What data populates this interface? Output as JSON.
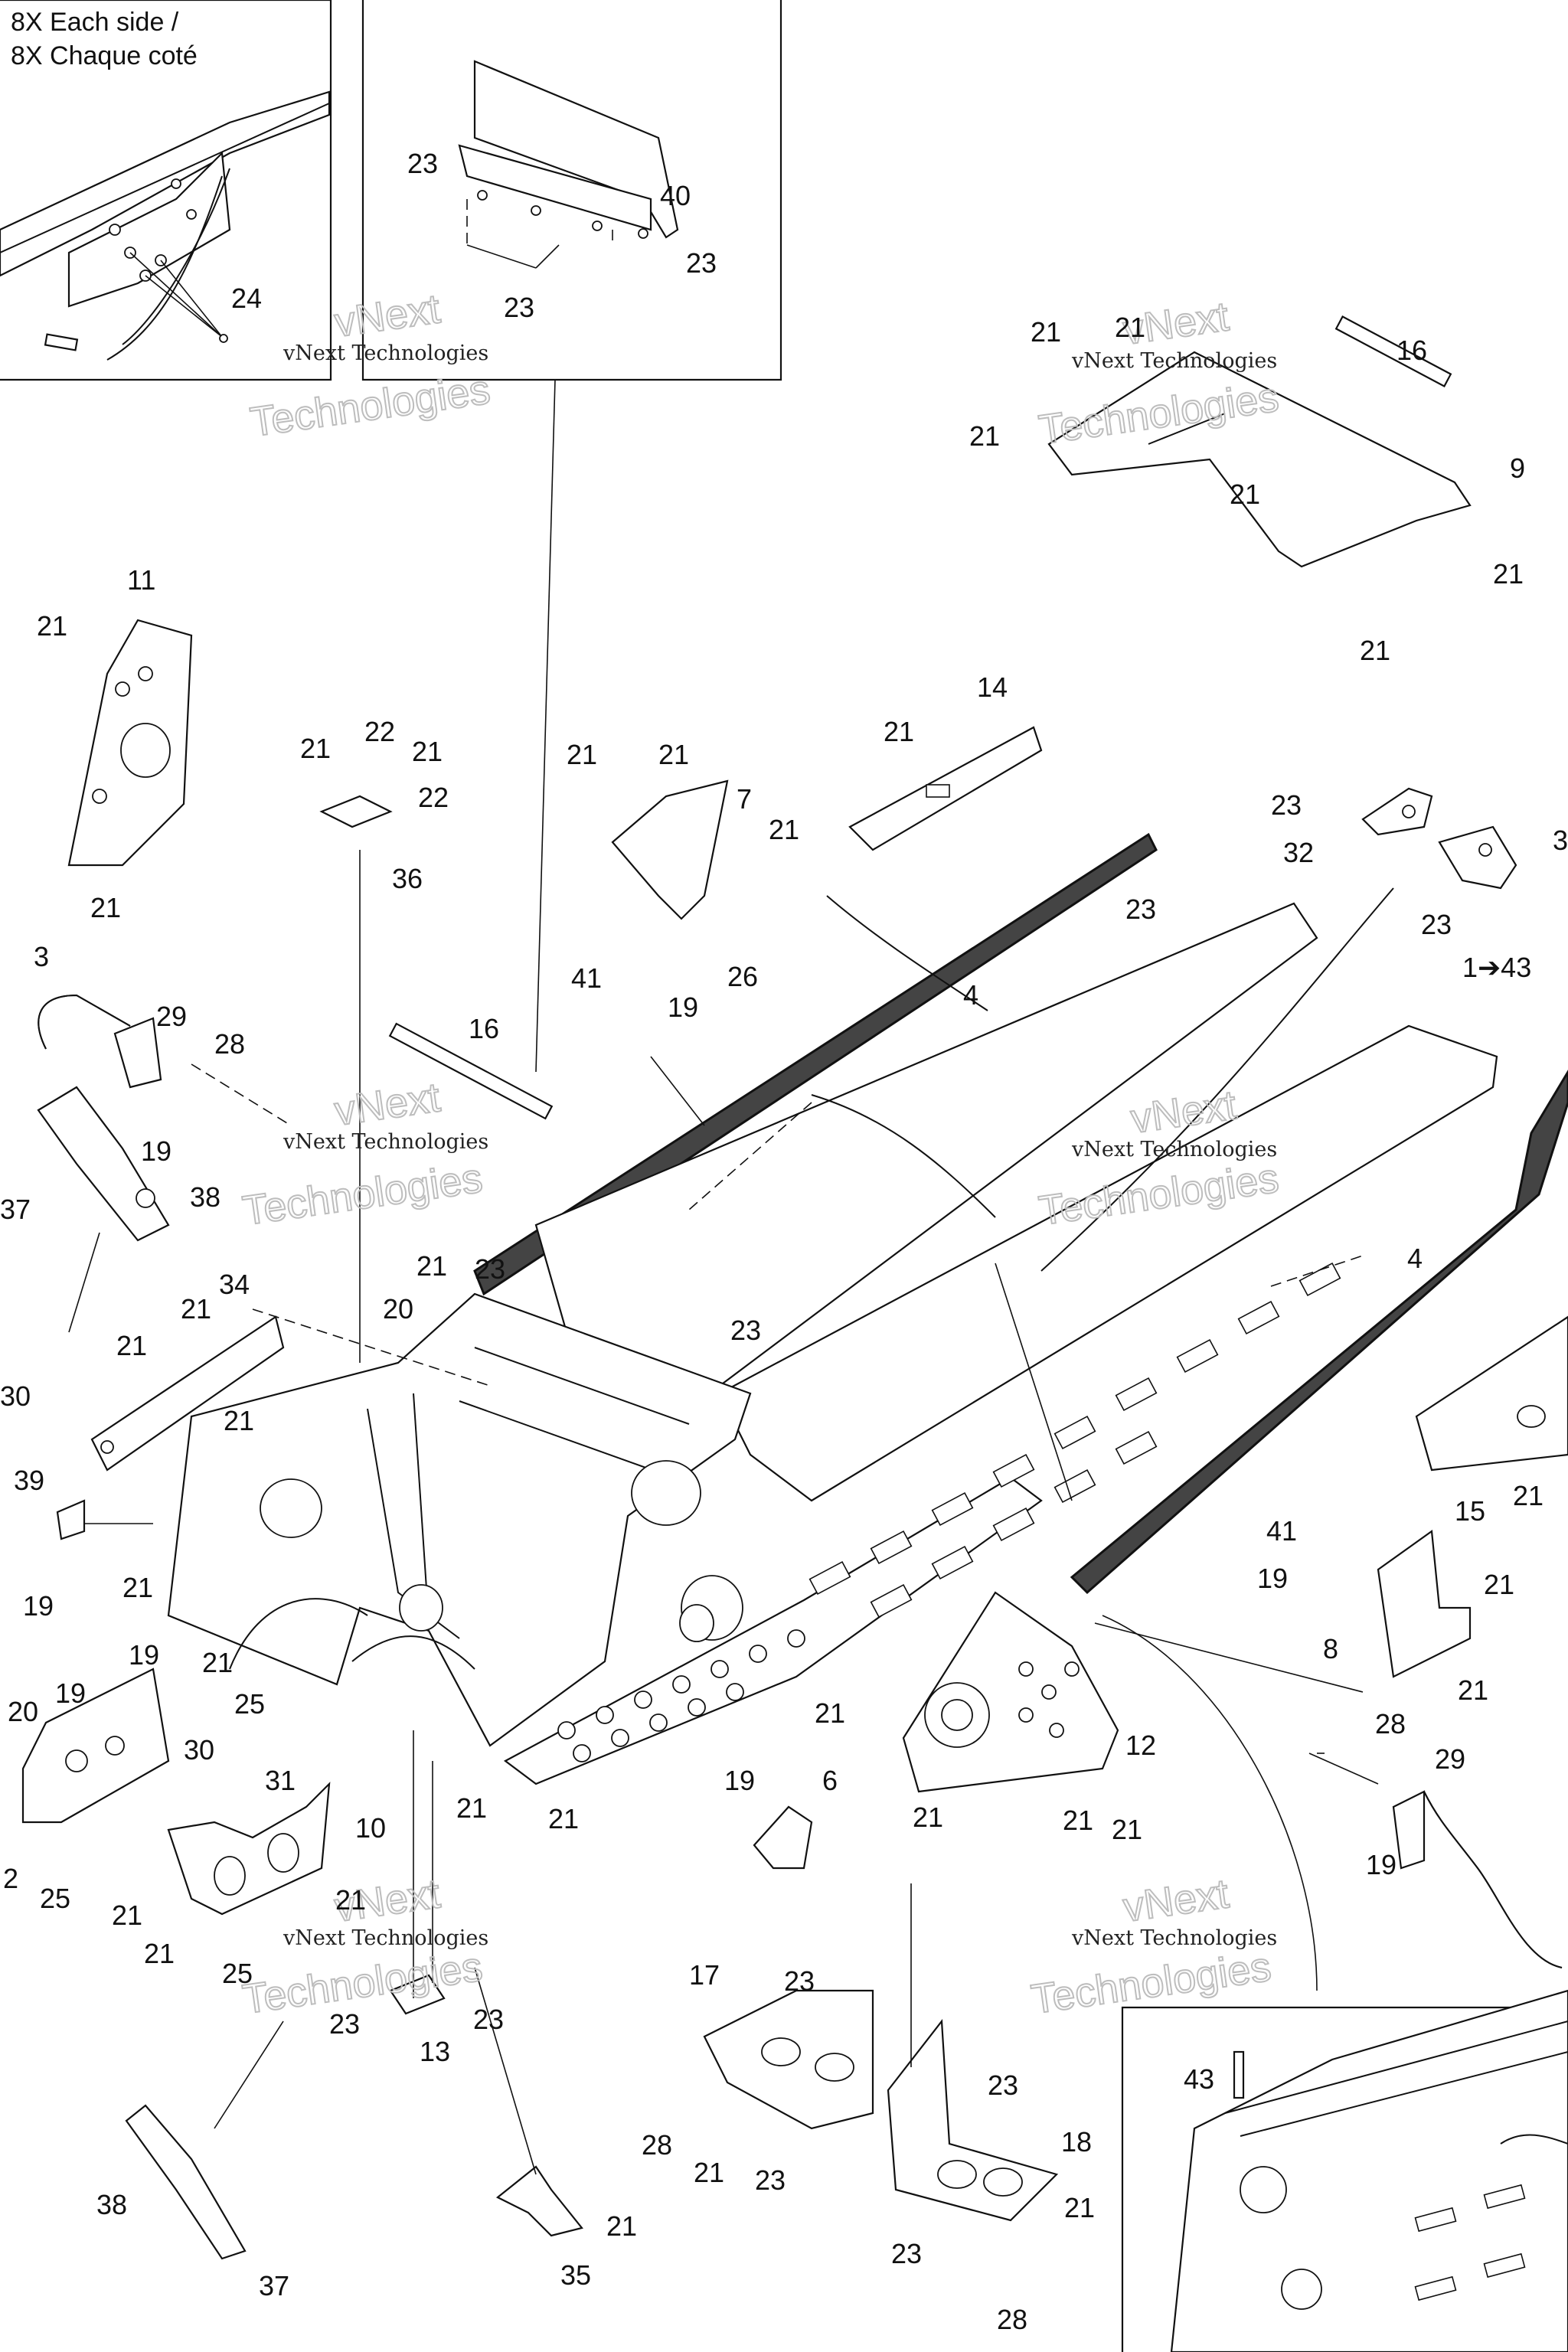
{
  "title": "",
  "detail_note": {
    "line1": "8X Each side /",
    "line2": "8X Chaque coté"
  },
  "watermark": {
    "brand_small": "vNext Technologies",
    "brand_v": "vNext",
    "brand_big": "Technologies"
  },
  "callouts": [
    {
      "id": "c40",
      "label": "40"
    },
    {
      "id": "c23a",
      "label": "23"
    },
    {
      "id": "c23b",
      "label": "23"
    },
    {
      "id": "c23c",
      "label": "23"
    },
    {
      "id": "c24",
      "label": "24"
    },
    {
      "id": "c16a",
      "label": "16"
    },
    {
      "id": "c21a",
      "label": "21"
    },
    {
      "id": "c21b",
      "label": "21"
    },
    {
      "id": "c21c",
      "label": "21"
    },
    {
      "id": "c21d",
      "label": "21"
    },
    {
      "id": "c9",
      "label": "9"
    },
    {
      "id": "c21e",
      "label": "21"
    },
    {
      "id": "c21f",
      "label": "21"
    },
    {
      "id": "c11",
      "label": "11"
    },
    {
      "id": "c21g",
      "label": "21"
    },
    {
      "id": "c21h",
      "label": "21"
    },
    {
      "id": "c21i",
      "label": "21"
    },
    {
      "id": "c22a",
      "label": "22"
    },
    {
      "id": "c21j",
      "label": "21"
    },
    {
      "id": "c22b",
      "label": "22"
    },
    {
      "id": "c36",
      "label": "36"
    },
    {
      "id": "c21k",
      "label": "21"
    },
    {
      "id": "c21l",
      "label": "21"
    },
    {
      "id": "c7",
      "label": "7"
    },
    {
      "id": "c14",
      "label": "14"
    },
    {
      "id": "c21m",
      "label": "21"
    },
    {
      "id": "c21n",
      "label": "21"
    },
    {
      "id": "c23d",
      "label": "23"
    },
    {
      "id": "c32",
      "label": "32"
    },
    {
      "id": "c3a",
      "label": "3"
    },
    {
      "id": "c23e",
      "label": "23"
    },
    {
      "id": "c23f",
      "label": "23"
    },
    {
      "id": "c1to43",
      "label": "1➔43"
    },
    {
      "id": "c3b",
      "label": "3"
    },
    {
      "id": "c29a",
      "label": "29"
    },
    {
      "id": "c28a",
      "label": "28"
    },
    {
      "id": "c19a",
      "label": "19"
    },
    {
      "id": "c16b",
      "label": "16"
    },
    {
      "id": "c41a",
      "label": "41"
    },
    {
      "id": "c19b",
      "label": "19"
    },
    {
      "id": "c26",
      "label": "26"
    },
    {
      "id": "c4a",
      "label": "4"
    },
    {
      "id": "c37a",
      "label": "37"
    },
    {
      "id": "c38a",
      "label": "38"
    },
    {
      "id": "c21o",
      "label": "21"
    },
    {
      "id": "c23g",
      "label": "23"
    },
    {
      "id": "c4b",
      "label": "4"
    },
    {
      "id": "c34",
      "label": "34"
    },
    {
      "id": "c21p",
      "label": "21"
    },
    {
      "id": "c21q",
      "label": "21"
    },
    {
      "id": "c20a",
      "label": "20"
    },
    {
      "id": "c23h",
      "label": "23"
    },
    {
      "id": "c30a",
      "label": "30"
    },
    {
      "id": "c21r",
      "label": "21"
    },
    {
      "id": "c15",
      "label": "15"
    },
    {
      "id": "c21s",
      "label": "21"
    },
    {
      "id": "c39",
      "label": "39"
    },
    {
      "id": "c19c",
      "label": "19"
    },
    {
      "id": "c41b",
      "label": "41"
    },
    {
      "id": "c19d",
      "label": "19"
    },
    {
      "id": "c21t",
      "label": "21"
    },
    {
      "id": "c21u",
      "label": "21"
    },
    {
      "id": "c8",
      "label": "8"
    },
    {
      "id": "c21v",
      "label": "21"
    },
    {
      "id": "c21w",
      "label": "21"
    },
    {
      "id": "c25a",
      "label": "25"
    },
    {
      "id": "c19e",
      "label": "19"
    },
    {
      "id": "c20b",
      "label": "20"
    },
    {
      "id": "c19f",
      "label": "19"
    },
    {
      "id": "c30b",
      "label": "30"
    },
    {
      "id": "c31",
      "label": "31"
    },
    {
      "id": "c21x",
      "label": "21"
    },
    {
      "id": "c21y",
      "label": "21"
    },
    {
      "id": "c19g",
      "label": "19"
    },
    {
      "id": "c12",
      "label": "12"
    },
    {
      "id": "c28b",
      "label": "28"
    },
    {
      "id": "c29b",
      "label": "29"
    },
    {
      "id": "c6",
      "label": "6"
    },
    {
      "id": "c21z",
      "label": "21"
    },
    {
      "id": "c21aa",
      "label": "21"
    },
    {
      "id": "c21ab",
      "label": "21"
    },
    {
      "id": "c21ac",
      "label": "21"
    },
    {
      "id": "c19h",
      "label": "19"
    },
    {
      "id": "c2",
      "label": "2"
    },
    {
      "id": "c25b",
      "label": "25"
    },
    {
      "id": "c10",
      "label": "10"
    },
    {
      "id": "c21ad",
      "label": "21"
    },
    {
      "id": "c21ae",
      "label": "21"
    },
    {
      "id": "c21af",
      "label": "21"
    },
    {
      "id": "c25c",
      "label": "25"
    },
    {
      "id": "c23i",
      "label": "23"
    },
    {
      "id": "c23j",
      "label": "23"
    },
    {
      "id": "c13",
      "label": "13"
    },
    {
      "id": "c17",
      "label": "17"
    },
    {
      "id": "c23k",
      "label": "23"
    },
    {
      "id": "c43",
      "label": "43"
    },
    {
      "id": "c28c",
      "label": "28"
    },
    {
      "id": "c21ag",
      "label": "21"
    },
    {
      "id": "c23l",
      "label": "23"
    },
    {
      "id": "c23m",
      "label": "23"
    },
    {
      "id": "c18",
      "label": "18"
    },
    {
      "id": "c38b",
      "label": "38"
    },
    {
      "id": "c37b",
      "label": "37"
    },
    {
      "id": "c21ah",
      "label": "21"
    },
    {
      "id": "c35",
      "label": "35"
    },
    {
      "id": "c23n",
      "label": "23"
    },
    {
      "id": "c21ai",
      "label": "21"
    },
    {
      "id": "c28d",
      "label": "28"
    }
  ]
}
